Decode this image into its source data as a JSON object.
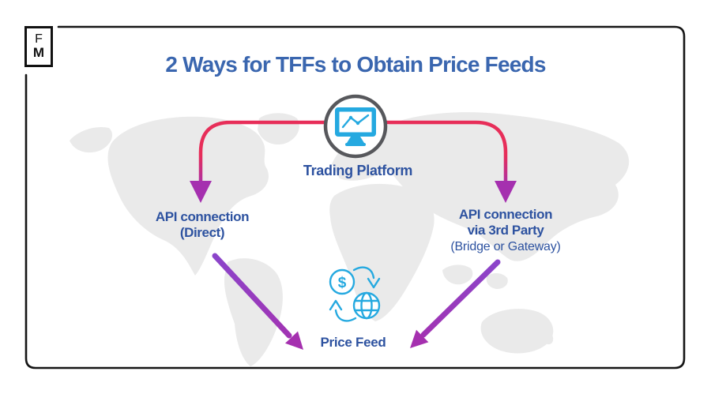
{
  "logo": {
    "letter1": "F",
    "letter2": "M"
  },
  "title": "2 Ways for TFFs to Obtain Price Feeds",
  "nodes": {
    "trading_platform": {
      "label": "Trading Platform",
      "icon": "monitor-chart-icon"
    },
    "api_direct": {
      "line1": "API connection",
      "line2": "(Direct)"
    },
    "api_third_party": {
      "line1": "API connection",
      "line2": "via 3rd Party",
      "line3": "(Bridge or Gateway)"
    },
    "price_feed": {
      "label": "Price Feed",
      "icon": "currency-exchange-globe-icon",
      "dollar_symbol": "$"
    }
  },
  "colors": {
    "title_blue": "#3A66AF",
    "label_blue": "#2D52A0",
    "connector_red": "#E72E59",
    "arrow_purple": "#A530AF",
    "diagonal_purple_start": "#8B45CA",
    "icon_cyan": "#25A9E0",
    "circle_gray": "#57585C",
    "map_gray": "#EAEAEA",
    "frame_black": "#151515"
  }
}
